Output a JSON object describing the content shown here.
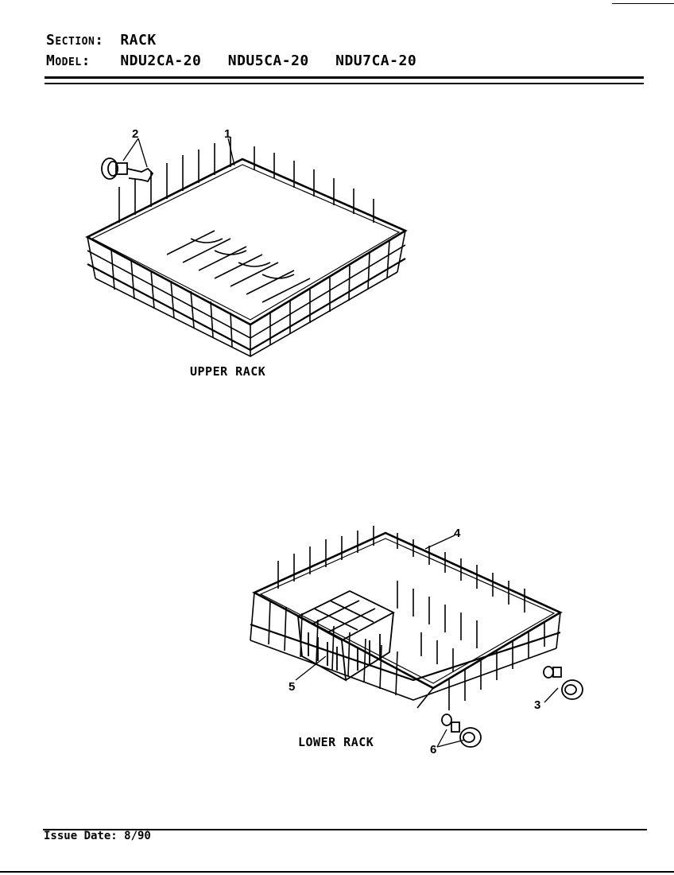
{
  "header": {
    "section_label": "Section:",
    "section_value": "RACK",
    "model_label": "Model:",
    "models": [
      "NDU2CA-20",
      "NDU5CA-20",
      "NDU7CA-20"
    ]
  },
  "upper_rack": {
    "caption": "UPPER RACK",
    "callouts": [
      "1",
      "2"
    ]
  },
  "lower_rack": {
    "caption": "LOWER RACK",
    "callouts": [
      "3",
      "4",
      "5",
      "6"
    ]
  },
  "footer": {
    "issue_date": "Issue Date: 8/90"
  }
}
